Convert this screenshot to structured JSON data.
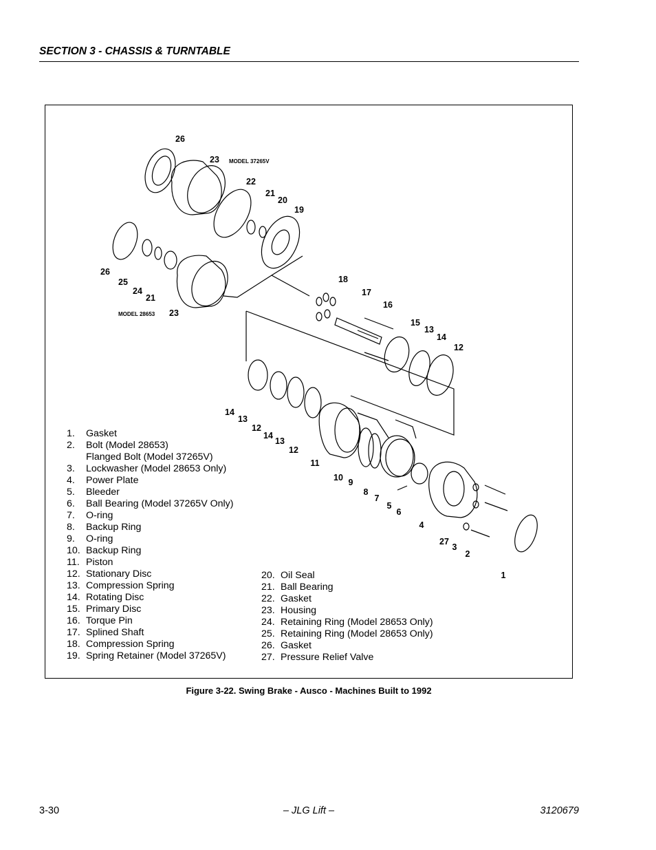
{
  "header": {
    "section_title": "SECTION 3 - CHASSIS & TURNTABLE"
  },
  "figure": {
    "caption": "Figure 3-22.  Swing Brake - Ausco - Machines Built to 1992",
    "model_labels": {
      "upper": "MODEL 37265V",
      "lower": "MODEL 28653"
    },
    "callouts": {
      "c26a": "26",
      "c23a": "23",
      "c22": "22",
      "c21a": "21",
      "c20": "20",
      "c19": "19",
      "c26b": "26",
      "c25": "25",
      "c24": "24",
      "c21b": "21",
      "c23b": "23",
      "c18": "18",
      "c17": "17",
      "c16": "16",
      "c15": "15",
      "c13a": "13",
      "c14a": "14",
      "c12a": "12",
      "c14b": "14",
      "c13b": "13",
      "c12b": "12",
      "c14c": "14",
      "c13c": "13",
      "c12c": "12",
      "c11": "11",
      "c10": "10",
      "c9": "9",
      "c8": "8",
      "c7": "7",
      "c5": "5",
      "c6": "6",
      "c4": "4",
      "c27": "27",
      "c3": "3",
      "c2": "2",
      "c1": "1"
    },
    "legend_left": [
      {
        "num": "1.",
        "text": "Gasket"
      },
      {
        "num": "2.",
        "text": "Bolt (Model 28653)",
        "sub": "Flanged Bolt (Model 37265V)"
      },
      {
        "num": "3.",
        "text": "Lockwasher (Model 28653 Only)"
      },
      {
        "num": "4.",
        "text": "Power Plate"
      },
      {
        "num": "5.",
        "text": "Bleeder"
      },
      {
        "num": "6.",
        "text": "Ball Bearing (Model 37265V Only)"
      },
      {
        "num": "7.",
        "text": "O-ring"
      },
      {
        "num": "8.",
        "text": "Backup Ring"
      },
      {
        "num": "9.",
        "text": "O-ring"
      },
      {
        "num": "10.",
        "text": "Backup Ring"
      },
      {
        "num": "11.",
        "text": "Piston"
      },
      {
        "num": "12.",
        "text": "Stationary Disc"
      },
      {
        "num": "13.",
        "text": "Compression Spring"
      },
      {
        "num": "14.",
        "text": "Rotating Disc"
      },
      {
        "num": "15.",
        "text": "Primary Disc"
      },
      {
        "num": "16.",
        "text": "Torque Pin"
      },
      {
        "num": "17.",
        "text": "Splined Shaft"
      },
      {
        "num": "18.",
        "text": "Compression Spring"
      },
      {
        "num": "19.",
        "text": "Spring Retainer (Model 37265V)"
      }
    ],
    "legend_right": [
      {
        "num": "20.",
        "text": "Oil Seal"
      },
      {
        "num": "21.",
        "text": "Ball Bearing"
      },
      {
        "num": "22.",
        "text": "Gasket"
      },
      {
        "num": "23.",
        "text": "Housing"
      },
      {
        "num": "24.",
        "text": "Retaining Ring (Model 28653 Only)"
      },
      {
        "num": "25.",
        "text": "Retaining Ring (Model 28653 Only)"
      },
      {
        "num": "26.",
        "text": "Gasket"
      },
      {
        "num": "27.",
        "text": "Pressure Relief Valve"
      }
    ]
  },
  "footer": {
    "page_number": "3-30",
    "center": "– JLG Lift –",
    "doc_number": "3120679"
  }
}
